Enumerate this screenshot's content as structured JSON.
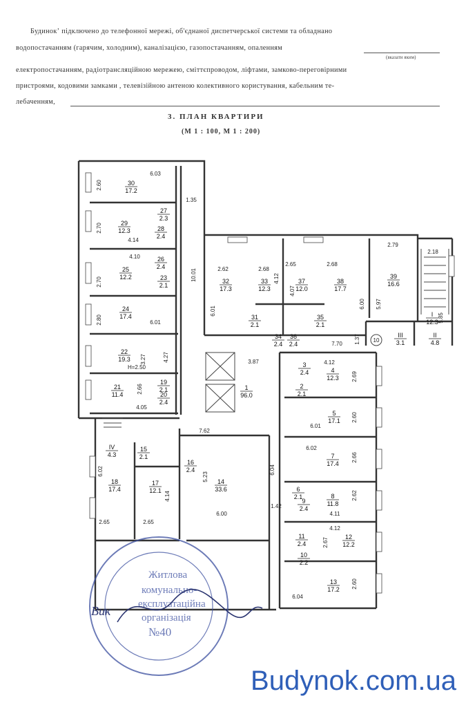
{
  "header": {
    "line1": "Будинокʼ підключено до телефонної мережі, об'єднаної диспетчерської системи та обладнано",
    "line2": "водопостачанням (гарячим, холодним), каналізацією, газопостачанням, опаленням",
    "line2_note": "(вказати яким)",
    "line3": "електропостачанням, радіотрансляційною мережею, сміттєпроводом, ліфтами, замково-переговірними",
    "line4": "пристроями, кодовими замками , телевізійною антеною колективного користування, кабельним те-",
    "line5": "лебаченням,",
    "section_title": "3. ПЛАН КВАРТИРИ",
    "scale": "(М 1 : 100, М 1 : 200)"
  },
  "rooms": [
    {
      "num": "30",
      "area": "17.2"
    },
    {
      "num": "29",
      "area": "12.3"
    },
    {
      "num": "27",
      "area": "2.3"
    },
    {
      "num": "28",
      "area": "2.4"
    },
    {
      "num": "26",
      "area": "2.4"
    },
    {
      "num": "25",
      "area": "12.2"
    },
    {
      "num": "23",
      "area": "2.1"
    },
    {
      "num": "24",
      "area": "17.4"
    },
    {
      "num": "22",
      "area": "19.3",
      "note": "H=2.50"
    },
    {
      "num": "21",
      "area": "11.4"
    },
    {
      "num": "19",
      "area": "2.1"
    },
    {
      "num": "20",
      "area": "2.4"
    },
    {
      "num": "32",
      "area": "17.3"
    },
    {
      "num": "33",
      "area": "12.3"
    },
    {
      "num": "31",
      "area": "2.1"
    },
    {
      "num": "37",
      "area": "12.0"
    },
    {
      "num": "38",
      "area": "17.7"
    },
    {
      "num": "35",
      "area": "2.1"
    },
    {
      "num": "34",
      "area": "2.4"
    },
    {
      "num": "36",
      "area": "2.4"
    },
    {
      "num": "39",
      "area": "16.6"
    },
    {
      "num": "I",
      "area": "12.3"
    },
    {
      "num": "II",
      "area": "4.8"
    },
    {
      "num": "III",
      "area": "3.1"
    },
    {
      "num": "1",
      "area": "96.0"
    },
    {
      "num": "4",
      "area": "12.3"
    },
    {
      "num": "3",
      "area": "2.4"
    },
    {
      "num": "2",
      "area": "2.1"
    },
    {
      "num": "5",
      "area": "17.1"
    },
    {
      "num": "7",
      "area": "17.4"
    },
    {
      "num": "6",
      "area": "2.1"
    },
    {
      "num": "8",
      "area": "11.8"
    },
    {
      "num": "9",
      "area": "2.4"
    },
    {
      "num": "11",
      "area": "2.4"
    },
    {
      "num": "10",
      "area": "2.2"
    },
    {
      "num": "12",
      "area": "12.2"
    },
    {
      "num": "13",
      "area": "17.2"
    },
    {
      "num": "IV",
      "area": "4.3"
    },
    {
      "num": "15",
      "area": "2.1"
    },
    {
      "num": "16",
      "area": "2.4"
    },
    {
      "num": "14",
      "area": "33.6"
    },
    {
      "num": "18",
      "area": "17.4"
    },
    {
      "num": "17",
      "area": "12.1"
    }
  ],
  "dims": [
    "6.03",
    "2.60",
    "2.70",
    "4.14",
    "4.10",
    "2.70",
    "2.80",
    "6.01",
    "3.27",
    "4.27",
    "2.66",
    "4.05",
    "1.35",
    "10.01",
    "2.62",
    "2.68",
    "6.01",
    "4.12",
    "2.65",
    "2.68",
    "4.07",
    "6.00",
    "5.97",
    "2.79",
    "2.18",
    "5.85",
    "3.87",
    "7.70",
    "1.37",
    "4.12",
    "2.69",
    "6.01",
    "2.60",
    "6.02",
    "2.66",
    "2.62",
    "4.11",
    "4.12",
    "2.67",
    "2.60",
    "6.04",
    "7.62",
    "6.04",
    "1.42",
    "6.02",
    "2.65",
    "4.14",
    "2.65",
    "5.23",
    "6.00"
  ],
  "marker_10": "10",
  "stamp": {
    "line1": "Житлова",
    "line2": "комунально-",
    "line3": "експлуатаційна",
    "line4": "організація",
    "number": "№40"
  },
  "signature": "Вик",
  "watermark": "Budynok.com.ua"
}
